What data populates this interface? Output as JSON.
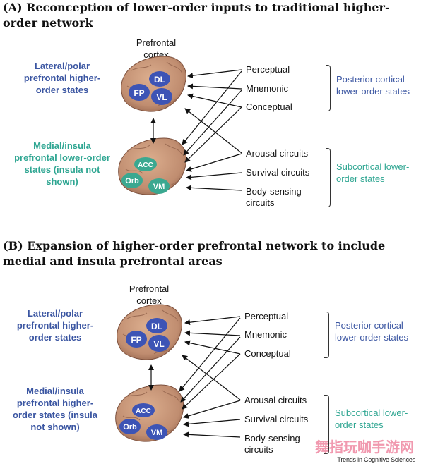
{
  "panel_a": {
    "title": "(A) Reconception of lower-order inputs to traditional higher-order network",
    "cortex_label": "Prefrontal cortex",
    "lateral_label": "Lateral/polar prefrontal higher-order states",
    "medial_label": "Medial/insula prefrontal lower-order states (insula not shown)",
    "upper_regions": [
      "DL",
      "FP",
      "VL"
    ],
    "lower_regions": [
      "ACC",
      "Orb",
      "VM"
    ],
    "inputs_cortical": [
      "Perceptual",
      "Mnemonic",
      "Conceptual"
    ],
    "inputs_subcortical": [
      "Arousal circuits",
      "Survival circuits",
      "Body-sensing circuits"
    ],
    "group_cortical": "Posterior cortical lower-order states",
    "group_subcortical": "Subcortical lower-order states"
  },
  "panel_b": {
    "title": "(B) Expansion of higher-order prefrontal network to include medial and insula prefrontal areas",
    "cortex_label": "Prefrontal cortex",
    "lateral_label": "Lateral/polar prefrontal higher-order states",
    "medial_label": "Medial/insula prefrontal higher-order states (insula not shown)",
    "upper_regions": [
      "DL",
      "FP",
      "VL"
    ],
    "lower_regions": [
      "ACC",
      "Orb",
      "VM"
    ],
    "inputs_cortical": [
      "Perceptual",
      "Mnemonic",
      "Conceptual"
    ],
    "inputs_subcortical": [
      "Arousal circuits",
      "Survival circuits",
      "Body-sensing circuits"
    ],
    "group_cortical": "Posterior cortical lower-order states",
    "group_subcortical": "Subcortical lower-order states"
  },
  "footer": "Trends in Cognitive Sciences",
  "watermark": "舞指玩咖手游网",
  "colors": {
    "blue_text": "#3b56a2",
    "teal_text": "#2fa692",
    "blue_region": "#3d54b5",
    "teal_region": "#3aa890",
    "brain": "#c49275"
  }
}
